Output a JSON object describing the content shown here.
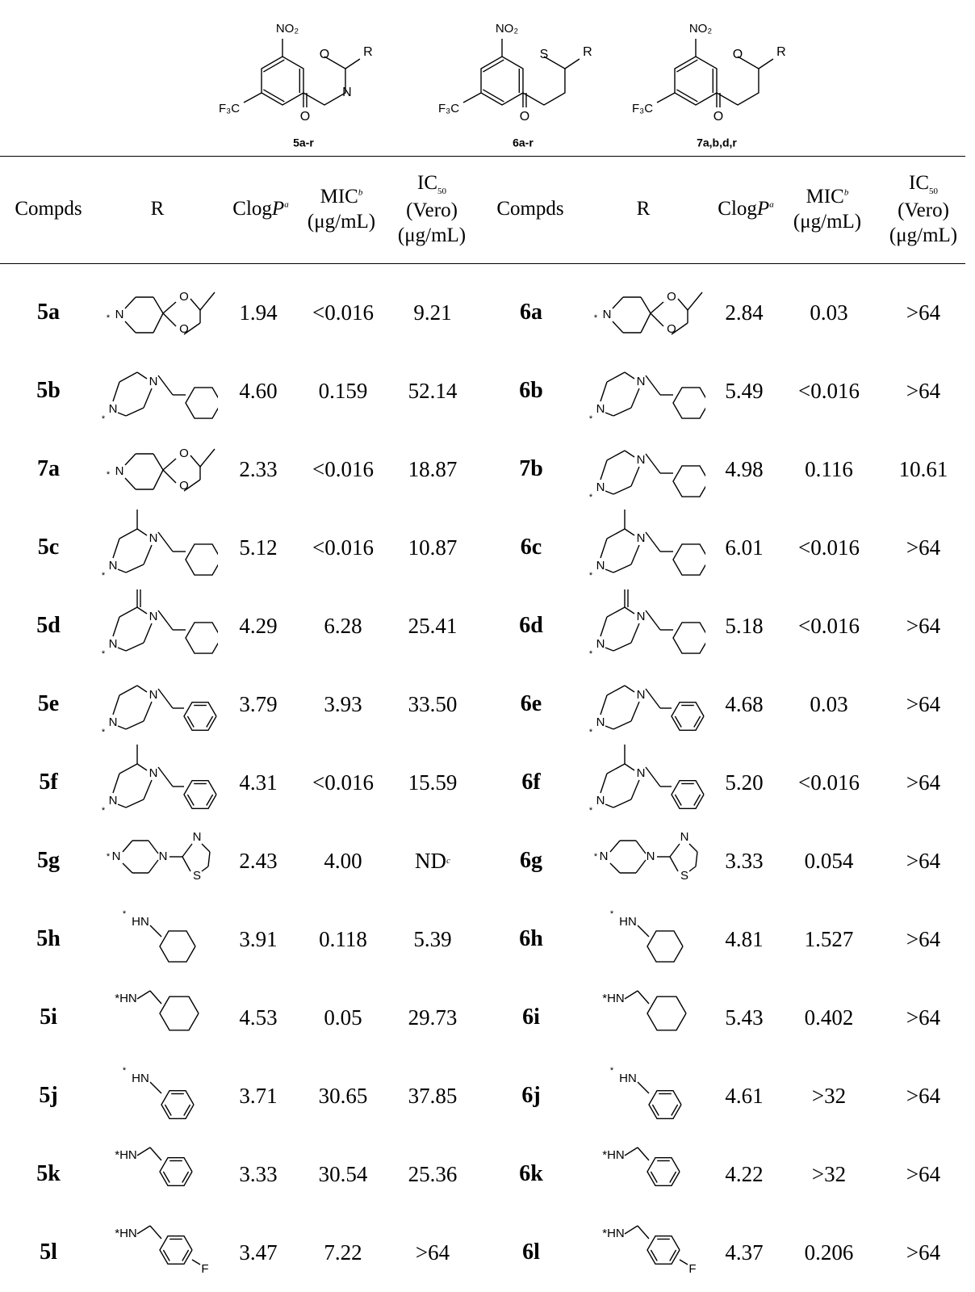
{
  "scaffolds": [
    {
      "label": "5a-r",
      "ring_atom": "O",
      "ring_atom2": "N",
      "sub_top": "NO₂",
      "sub_left": "F₃C",
      "keto": "O",
      "r": "R"
    },
    {
      "label": "6a-r",
      "ring_atom": "S",
      "ring_atom2": "",
      "sub_top": "NO₂",
      "sub_left": "F₃C",
      "keto": "O",
      "r": "R"
    },
    {
      "label": "7a,b,d,r",
      "ring_atom": "O",
      "ring_atom2": "",
      "sub_top": "NO₂",
      "sub_left": "F₃C",
      "keto": "O",
      "r": "R"
    }
  ],
  "headers": {
    "compds": "Compds",
    "r": "R",
    "clogp": "Clog",
    "clogp_p": "P",
    "clogp_note": "a",
    "mic": "MIC",
    "mic_note": "b",
    "mic_unit": "(μg/mL)",
    "ic": "IC",
    "ic_sub": "50",
    "ic_cell": "(Vero)",
    "ic_unit": "(μg/mL)"
  },
  "rows": [
    {
      "left": {
        "id": "5a",
        "struct": "dioxolane",
        "clogp": "1.94",
        "mic": "<0.016",
        "ic50": "9.21"
      },
      "right": {
        "id": "6a",
        "struct": "dioxolane",
        "clogp": "2.84",
        "mic": "0.03",
        "ic50": ">64"
      }
    },
    {
      "left": {
        "id": "5b",
        "struct": "pip-chx",
        "clogp": "4.60",
        "mic": "0.159",
        "ic50": "52.14"
      },
      "right": {
        "id": "6b",
        "struct": "pip-chx",
        "clogp": "5.49",
        "mic": "<0.016",
        "ic50": ">64"
      }
    },
    {
      "left": {
        "id": "7a",
        "struct": "dioxolane",
        "clogp": "2.33",
        "mic": "<0.016",
        "ic50": "18.87"
      },
      "right": {
        "id": "7b",
        "struct": "pip-chx",
        "clogp": "4.98",
        "mic": "0.116",
        "ic50": "10.61"
      }
    },
    {
      "left": {
        "id": "5c",
        "struct": "mepip-chx",
        "clogp": "5.12",
        "mic": "<0.016",
        "ic50": "10.87"
      },
      "right": {
        "id": "6c",
        "struct": "mepip-chx",
        "clogp": "6.01",
        "mic": "<0.016",
        "ic50": ">64"
      }
    },
    {
      "left": {
        "id": "5d",
        "struct": "oxopip-chx",
        "clogp": "4.29",
        "mic": "6.28",
        "ic50": "25.41"
      },
      "right": {
        "id": "6d",
        "struct": "oxopip-chx",
        "clogp": "5.18",
        "mic": "<0.016",
        "ic50": ">64"
      }
    },
    {
      "left": {
        "id": "5e",
        "struct": "pip-ph",
        "clogp": "3.79",
        "mic": "3.93",
        "ic50": "33.50"
      },
      "right": {
        "id": "6e",
        "struct": "pip-ph",
        "clogp": "4.68",
        "mic": "0.03",
        "ic50": ">64"
      }
    },
    {
      "left": {
        "id": "5f",
        "struct": "mepip-ph",
        "clogp": "4.31",
        "mic": "<0.016",
        "ic50": "15.59"
      },
      "right": {
        "id": "6f",
        "struct": "mepip-ph",
        "clogp": "5.20",
        "mic": "<0.016",
        "ic50": ">64"
      }
    },
    {
      "left": {
        "id": "5g",
        "struct": "pip-thz",
        "clogp": "2.43",
        "mic": "4.00",
        "ic50": "ND",
        "ic50_note": "c"
      },
      "right": {
        "id": "6g",
        "struct": "pip-thz",
        "clogp": "3.33",
        "mic": "0.054",
        "ic50": ">64"
      }
    },
    {
      "left": {
        "id": "5h",
        "struct": "nh-chx",
        "clogp": "3.91",
        "mic": "0.118",
        "ic50": "5.39"
      },
      "right": {
        "id": "6h",
        "struct": "nh-chx",
        "clogp": "4.81",
        "mic": "1.527",
        "ic50": ">64"
      }
    },
    {
      "left": {
        "id": "5i",
        "struct": "nhch2-chx",
        "clogp": "4.53",
        "mic": "0.05",
        "ic50": "29.73"
      },
      "right": {
        "id": "6i",
        "struct": "nhch2-chx",
        "clogp": "5.43",
        "mic": "0.402",
        "ic50": ">64"
      }
    },
    {
      "left": {
        "id": "5j",
        "struct": "nh-ph",
        "clogp": "3.71",
        "mic": "30.65",
        "ic50": "37.85"
      },
      "right": {
        "id": "6j",
        "struct": "nh-ph",
        "clogp": "4.61",
        "mic": ">32",
        "ic50": ">64"
      }
    },
    {
      "left": {
        "id": "5k",
        "struct": "nhch2-ph",
        "clogp": "3.33",
        "mic": "30.54",
        "ic50": "25.36"
      },
      "right": {
        "id": "6k",
        "struct": "nhch2-ph",
        "clogp": "4.22",
        "mic": ">32",
        "ic50": ">64"
      }
    },
    {
      "left": {
        "id": "5l",
        "struct": "nhch2-fph",
        "clogp": "3.47",
        "mic": "7.22",
        "ic50": ">64"
      },
      "right": {
        "id": "6l",
        "struct": "nhch2-fph",
        "clogp": "4.37",
        "mic": "0.206",
        "ic50": ">64"
      }
    }
  ]
}
